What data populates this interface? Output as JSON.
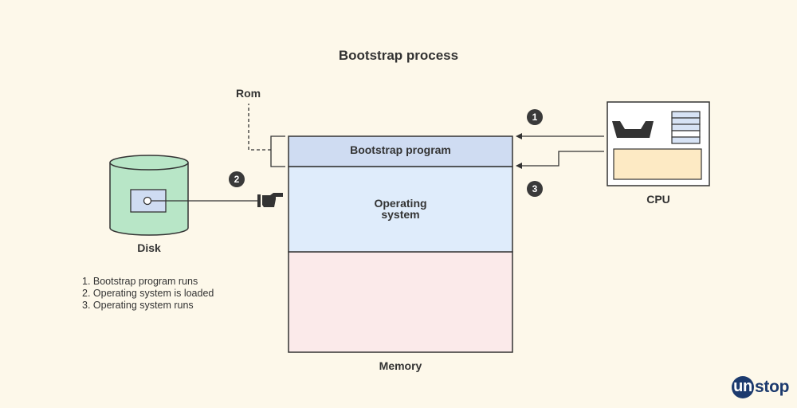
{
  "title": "Bootstrap process",
  "labels": {
    "rom": "Rom",
    "bootstrap_program": "Bootstrap program",
    "operating_system_line1": "Operating",
    "operating_system_line2": "system",
    "memory": "Memory",
    "disk": "Disk",
    "cpu": "CPU"
  },
  "badges": {
    "one": "1",
    "two": "2",
    "three": "3"
  },
  "steps": [
    "1. Bootstrap program runs",
    "2. Operating system is loaded",
    "3. Operating system runs"
  ],
  "logo": {
    "circle_text": "un",
    "rest_text": "stop"
  },
  "colors": {
    "background": "#fdf8ea",
    "bootstrap_fill": "#cfdcf2",
    "os_fill": "#dfecfb",
    "memory_fill": "#fbeaea",
    "disk_fill": "#b8e6c7",
    "cpu_register_fill": "#d7e3f5",
    "cpu_panel_fill": "#fdeac4",
    "badge": "#3a3a3a",
    "logo": "#1c3a6e"
  },
  "icons": {
    "pointing_hand": "pointing-hand-icon",
    "disk": "disk-cylinder-icon"
  }
}
